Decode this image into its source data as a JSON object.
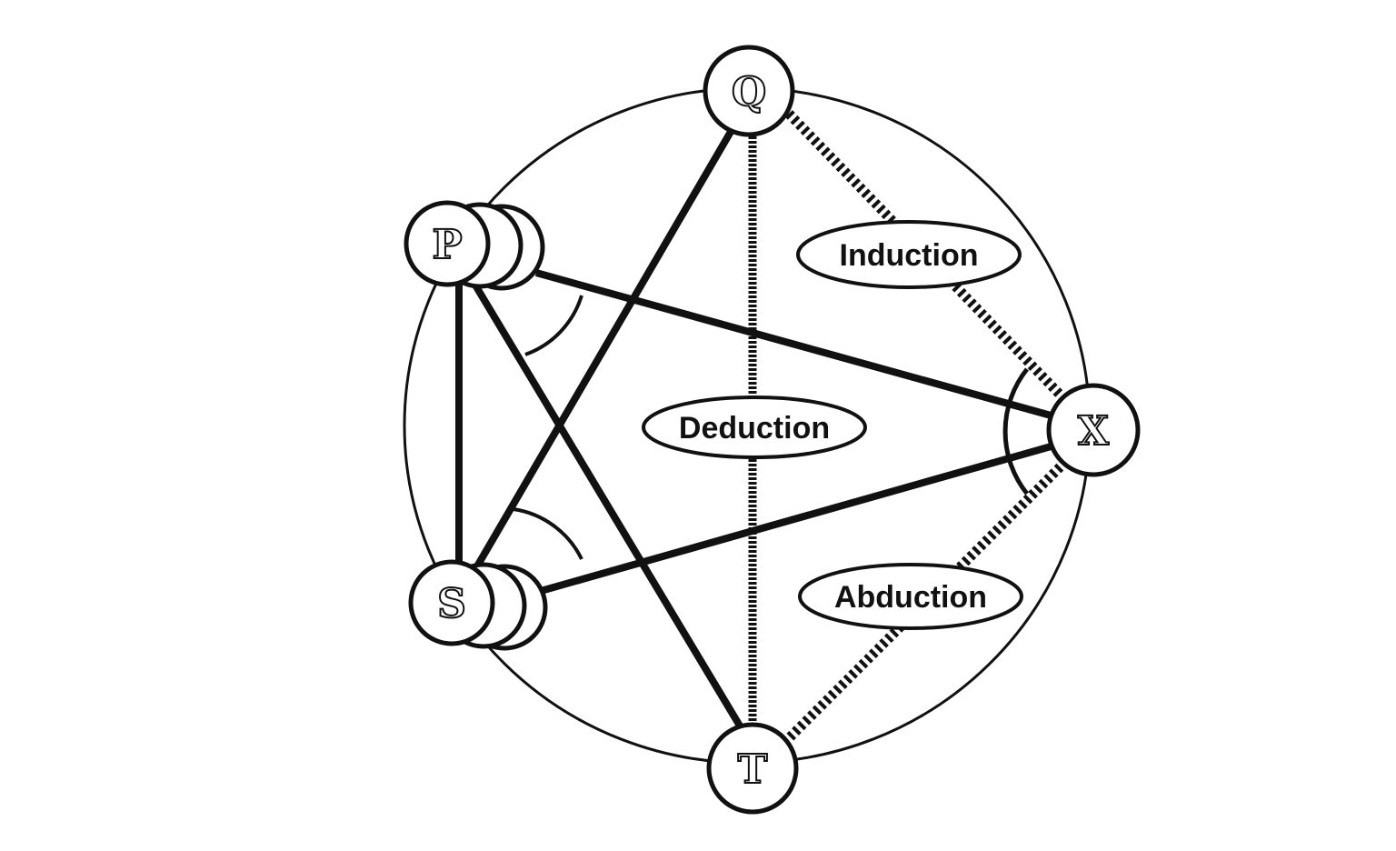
{
  "nodes": {
    "q": "Q",
    "p": "P",
    "s": "S",
    "x": "X",
    "t": "T"
  },
  "labels": {
    "induction": "Induction",
    "deduction": "Deduction",
    "abduction": "Abduction"
  },
  "colors": {
    "ink": "#111111",
    "background": "#ffffff"
  }
}
